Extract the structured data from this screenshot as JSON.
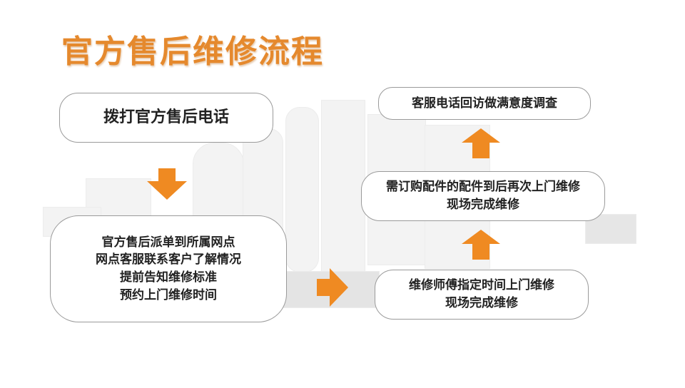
{
  "title": "官方售后维修流程",
  "colors": {
    "accent": "#e5892d",
    "arrow": "#ef8a22",
    "border": "#9a9a9a"
  },
  "steps": {
    "call": {
      "lines": [
        "拨打官方售后电话"
      ]
    },
    "dispatch": {
      "lines": [
        "官方售后派单到所属网点",
        "网点客服联系客户了解情况",
        "提前告知维修标准",
        "预约上门维修时间"
      ]
    },
    "onsite": {
      "lines": [
        "维修师傅指定时间上门维修",
        "现场完成维修"
      ]
    },
    "parts": {
      "lines": [
        "需订购配件的配件到后再次上门维修",
        "现场完成维修"
      ]
    },
    "followup": {
      "lines": [
        "客服电话回访做满意度调查"
      ]
    }
  }
}
